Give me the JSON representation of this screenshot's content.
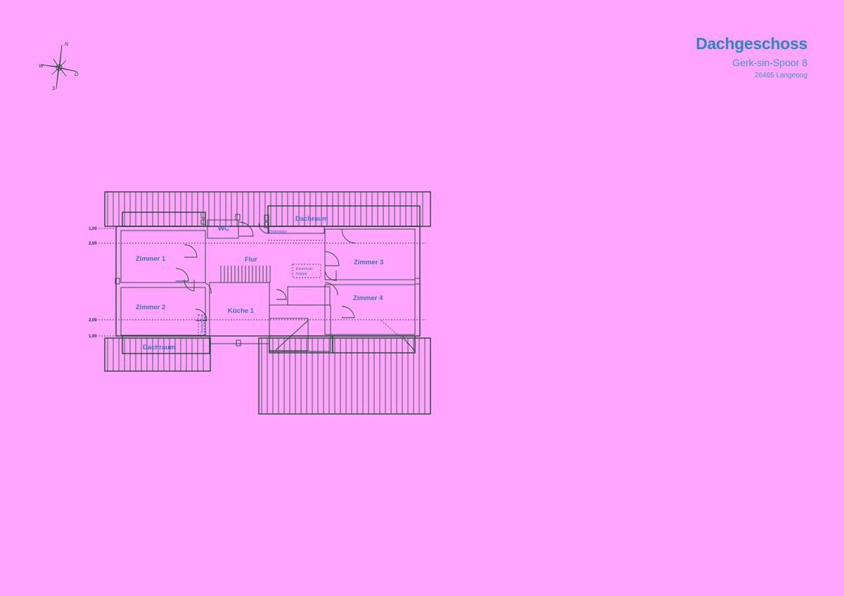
{
  "header": {
    "title": "Dachgeschoss",
    "street": "Gerk-sin-Spoor 8",
    "city": "26465 Langeoog"
  },
  "compass": {
    "n": "N",
    "s": "S",
    "w": "W",
    "o": "O"
  },
  "rooms": {
    "wc": "WC",
    "flur": "Flur",
    "zimmer1": "Zimmer 1",
    "zimmer2": "Zimmer 2",
    "zimmer3": "Zimmer 3",
    "zimmer4": "Zimmer 4",
    "kueche": "Küche 1",
    "dachraum_top": "Dachraum",
    "dachraum_bottom": "Dachraum"
  },
  "labels": {
    "bodenluke_top": "Bodenluke",
    "bodenluke_side": "Bodenluke",
    "einschub_1": "Einschub-",
    "einschub_2": "treppe"
  },
  "levels": [
    "1,00",
    "2,00",
    "2,00",
    "1,00"
  ],
  "colors": {
    "background": "#ffa4ff",
    "lines": "#1f4a33",
    "text": "#3a6fcb",
    "title": "#2a86c8"
  }
}
